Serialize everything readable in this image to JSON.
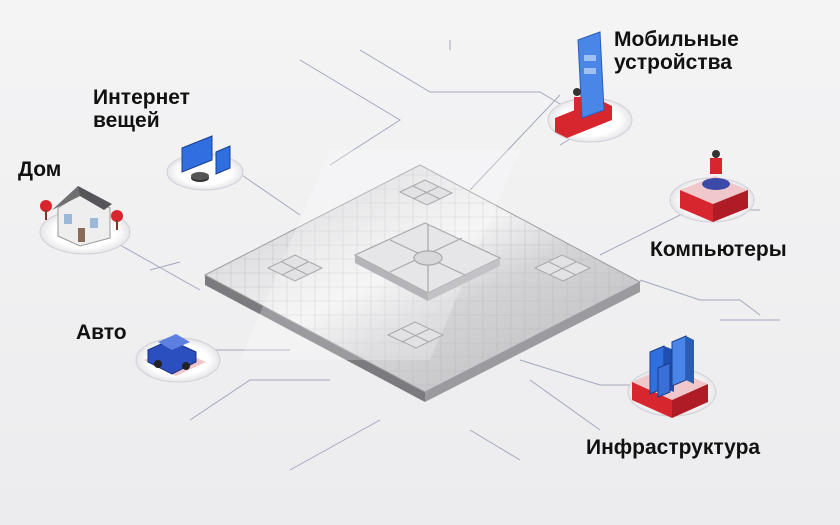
{
  "labels": {
    "home": "Дом",
    "iot_line1": "Интернет",
    "iot_line2": "вещей",
    "mobile_line1": "Мобильные",
    "mobile_line2": "устройства",
    "computers": "Компьютеры",
    "auto": "Авто",
    "infrastructure": "Инфраструктура"
  },
  "colors": {
    "accent_red": "#d8262f",
    "car_blue": "#2c4fbf",
    "building_blue": "#2f6fe0",
    "chip_gray": "#cfcfd2",
    "line_gray": "#9aa0b8"
  }
}
